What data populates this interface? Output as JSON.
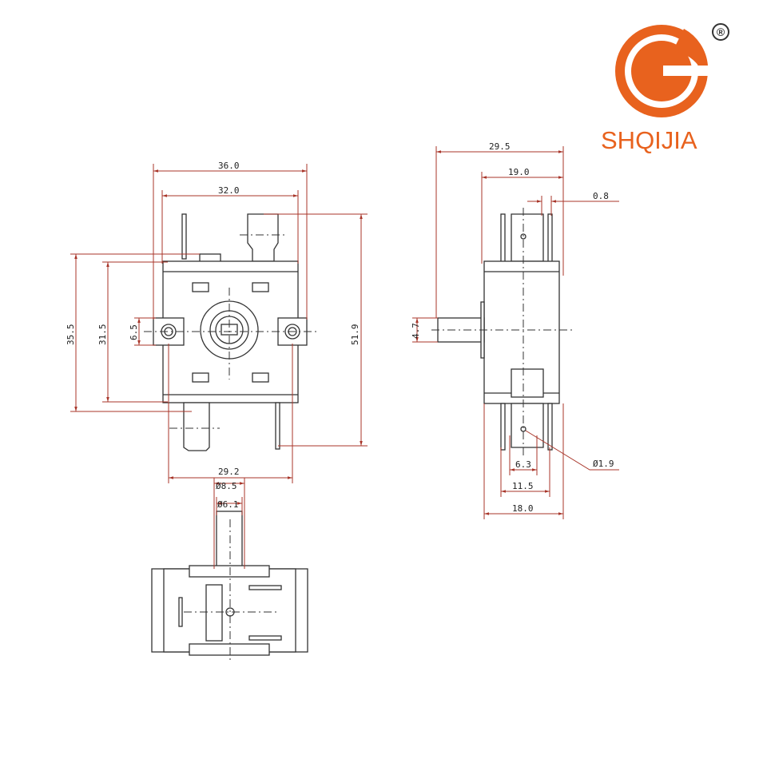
{
  "logo": {
    "brand": "SHQIJIA",
    "registered_mark": "®",
    "color": "#e8621e"
  },
  "front_view": {
    "width_overall": "36.0",
    "width_body": "32.0",
    "height_overall": "51.9",
    "height_35": "35.5",
    "height_body": "31.5",
    "ear_height": "6.5",
    "hole_spacing": "29.2"
  },
  "side_view": {
    "depth_overall": "29.5",
    "depth_body": "19.0",
    "tab_thickness": "0.8",
    "shaft_dim": "4.7",
    "hole_dia": "Ø1.9",
    "pin_spacing_1": "6.3",
    "pin_spacing_2": "11.5",
    "depth_base": "18.0"
  },
  "bottom_view": {
    "boss_dia": "Ø8.5",
    "shaft_dia": "Ø6.1"
  },
  "colors": {
    "dimension": "#a8362a",
    "outline": "#333333"
  }
}
